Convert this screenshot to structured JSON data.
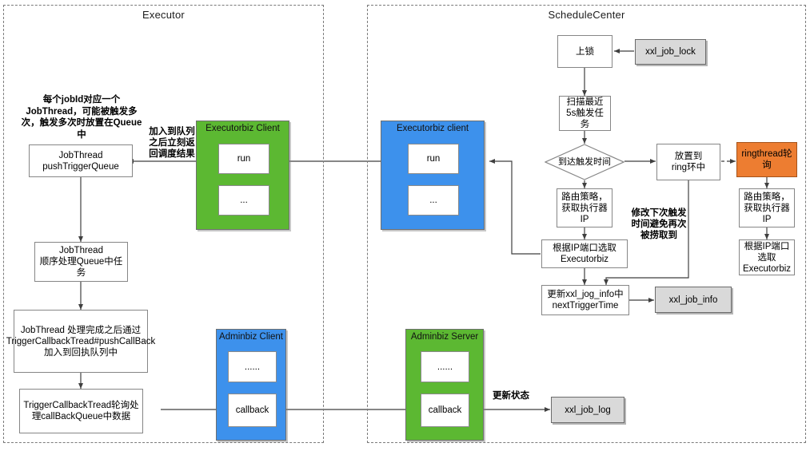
{
  "diagram": {
    "title": "XXL-JOB Executor / ScheduleCenter flow",
    "colors": {
      "green": "#5cb832",
      "blue": "#3d91ec",
      "orange": "#ed7d31",
      "store_gray": "#d9d9d9",
      "lane_border": "#7a7a7a",
      "node_border": "#868686",
      "edge": "#3f3f3f"
    }
  },
  "lanes": [
    {
      "id": "executor",
      "label": "Executor"
    },
    {
      "id": "schedulecenter",
      "label": "ScheduleCenter"
    }
  ],
  "executor": {
    "notes": {
      "jobthread_note": "每个jobId对应一个JobThread，可能被触发多次，触发多次时放置在Queue中",
      "queue_return_note": "加入到队列之后立刻返回调度结果"
    },
    "nodes": {
      "push_trigger_queue": "JobThread\npushTriggerQueue",
      "handle_queue": "JobThread\n顺序处理Queue中任务",
      "callback_push": "JobThread\n处理完成之后通过TriggerCallbackTread#pushCallBack加入到回执队列中",
      "callback_poll": "TriggerCallbackTread轮询处理callBackQueue中数据"
    },
    "groups": {
      "executorbiz_client": {
        "title": "Executorbiz Client",
        "slots": [
          "run",
          "..."
        ]
      },
      "adminbiz_client": {
        "title": "Adminbiz Client",
        "slots": [
          "......",
          "callback"
        ]
      }
    }
  },
  "schedulecenter": {
    "groups": {
      "executorbiz_client_remote": {
        "title": "Executorbiz  client",
        "slots": [
          "run",
          "..."
        ]
      },
      "adminbiz_server": {
        "title": "Adminbiz Server",
        "slots": [
          "......",
          "callback"
        ]
      }
    },
    "nodes": {
      "lock": "上锁",
      "scan": "扫描最近5s触发任务",
      "decision": "到达触发时间",
      "put_ring": "放置到\nring环中",
      "ringthread": "ringthread轮询",
      "route_left": "路由策略，获取执行器IP",
      "route_right": "路由策略，获取执行器IP",
      "pick_left": "根据IP端口选取Executorbiz",
      "pick_right": "根据IP端口选取Executorbiz",
      "update_next_trigger": "更新xxl_jog_info中nextTriggerTime"
    },
    "stores": {
      "job_lock": "xxl_job_lock",
      "job_info": "xxl_job_info",
      "job_log": "xxl_job_log"
    },
    "notes": {
      "modify_next_trigger": "修改下次触发时间避免再次被捞取到"
    },
    "edge_labels": {
      "update_status": "更新状态"
    }
  }
}
